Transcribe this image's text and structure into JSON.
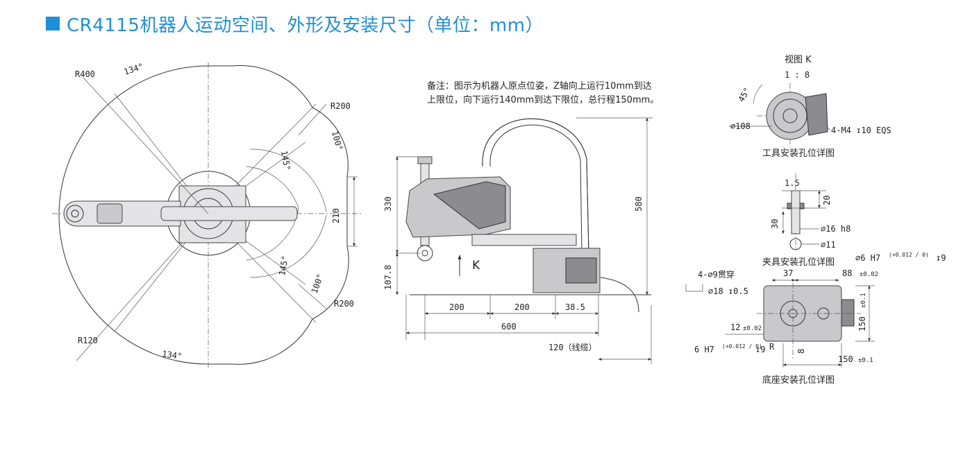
{
  "title": {
    "text": "CR4115机器人运动空间、外形及安装尺寸（单位：mm）",
    "color": "#1f8fd6"
  },
  "workspace": {
    "r400": "R400",
    "angle_top": "134°",
    "angle_bottom": "134°",
    "r200_top": "R200",
    "r200_bottom": "R200",
    "angle_100_top": "100°",
    "angle_100_bottom": "100°",
    "angle_145_top": "145°",
    "angle_145_bottom": "145°",
    "dim_210": "210",
    "r120": "R120"
  },
  "side_view": {
    "note_line1": "备注：图示为机器人原点位姿，Z轴向上运行10mm到达",
    "note_line2": "上限位，向下运行140mm到达下限位，总行程150mm。",
    "dim_330": "330",
    "dim_580": "580",
    "dim_107": "107.8",
    "dim_200a": "200",
    "dim_200b": "200",
    "dim_38": "38.5",
    "dim_600": "600",
    "dim_120": "120（线缆）",
    "k_arrow": "K"
  },
  "view_k": {
    "title": "视图 K",
    "scale": "1 : 8",
    "angle": "45°",
    "dia": "∅108",
    "holes": "4-M4 ↧10 EQS",
    "caption": "工具安装孔位详图"
  },
  "fixture": {
    "dim_1_5": "1.5",
    "dim_20": "20",
    "dim_30": "30",
    "dia_16": "∅16 h8",
    "dia_11": "∅11",
    "caption": "夹具安装孔位详图"
  },
  "base": {
    "thru": "4-∅9贯穿",
    "cbore": "∅18 ↧0.5",
    "pin_top": "∅6 H7",
    "pin_top_tol": "(+0.012 / 0)",
    "pin_top_depth": "↧9",
    "dim_37": "37",
    "dim_88": "88",
    "dim_88_tol": "±0.02",
    "dim_150v": "150",
    "dim_150v_tol": "±0.1",
    "dim_12": "12",
    "dim_12_tol": "±0.02",
    "pin_bot": "6 H7",
    "pin_bot_tol": "(+0.012 / 0)",
    "pin_bot_depth": "↧9",
    "dim_r": "R",
    "dim_8": "8",
    "dim_150h": "150",
    "dim_150h_tol": "±0.1",
    "caption": "底座安装孔位详图"
  }
}
